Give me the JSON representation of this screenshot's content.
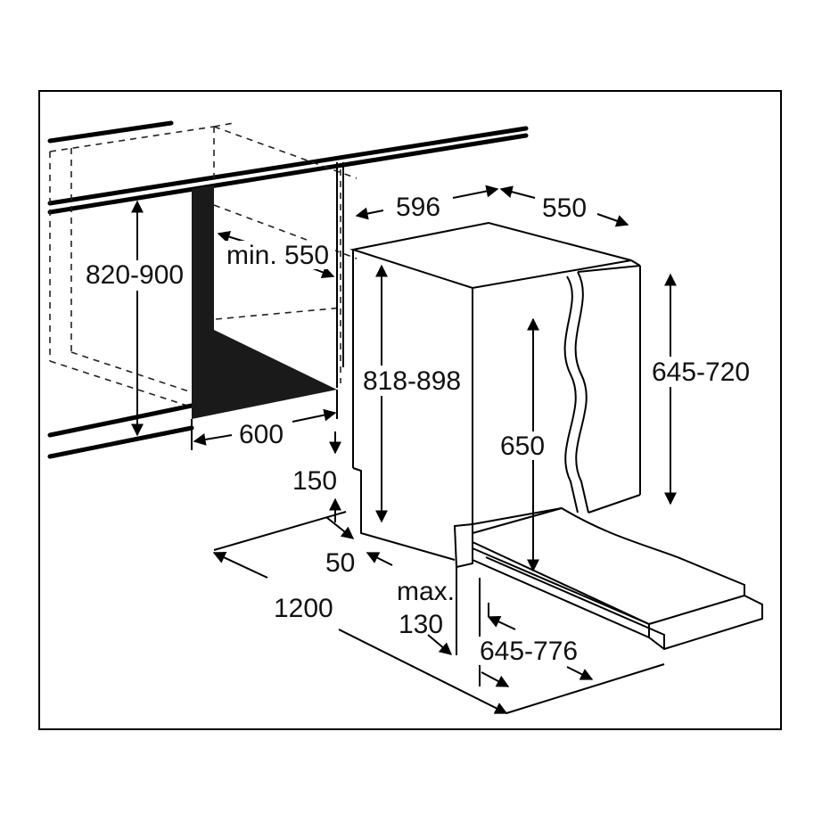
{
  "labels": {
    "counter_height": "820-900",
    "min_depth": "min. 550",
    "niche_width": "600",
    "appliance_width": "596",
    "appliance_depth": "550",
    "appliance_height": "818-898",
    "door_height_range": "645-720",
    "door_height": "650",
    "plinth_height": "150",
    "plinth_gap": "50",
    "door_clearance_width": "1200",
    "max_label": "max.",
    "max_value": "130",
    "door_open_depth": "645-776"
  },
  "colors": {
    "line": "#000000",
    "fill_dark": "#1a1a1a",
    "background": "#ffffff"
  }
}
